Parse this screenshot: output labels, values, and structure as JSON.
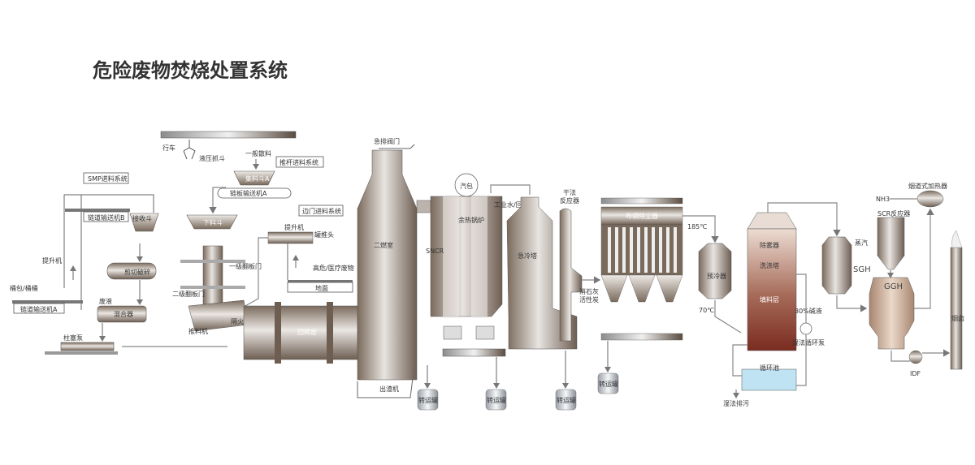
{
  "title": "危险废物焚烧处置系统",
  "colors": {
    "metal_dark": "#7a6a5c",
    "metal_light": "#e8e4e0",
    "brick": "#8b3a2a",
    "water": "#bfe3f2",
    "ggh": "#c9a68a",
    "title_text": "#333333"
  },
  "feeding": {
    "smp_system": "SMP进料系统",
    "chain_conveyor_b": "链道输送机B",
    "chain_conveyor_a": "链道输送机A",
    "receiving_hopper": "接收斗",
    "hoist": "提升机",
    "drums": "桶包/桶桶",
    "shredder": "剪切破碎",
    "waste_liquid": "废液",
    "mixer": "混合器",
    "piston_pump": "柱塞泵",
    "crane": "行车",
    "hydraulic_grab": "液压抓斗",
    "general_bulk": "一般散料",
    "push_rod_system": "推杆进料系统",
    "hopper_a": "集料斗A",
    "plate_conveyor_a": "链板输送机A",
    "lower_hopper": "下料斗",
    "first_flap_gate": "一级翻板门",
    "second_flap_gate": "二级翻板门",
    "pusher": "推料机",
    "fire_door": "隔火门",
    "side_door_system": "边门进料系统",
    "side_hoist": "提升机",
    "drum_pusher": "罐推头",
    "medical_waste": "高危/医疗废物",
    "ground": "地面"
  },
  "incineration": {
    "rotary_kiln": "回转窑",
    "secondary_chamber": "二燃室",
    "emergency_valve": "急排阀门",
    "slag_remover": "出渣机",
    "sncr": "SNCR",
    "steam_drum": "汽包",
    "waste_heat_boiler": "余热锅炉",
    "quench_water": "工业水/回用水",
    "quench_tower": "急冷塔",
    "dry_reactor": "干法\n反应器",
    "dry_reactor_line1": "干法",
    "dry_reactor_line2": "反应器",
    "lime": "消石灰",
    "activated_carbon": "活性炭",
    "transport_tank": "转运罐"
  },
  "flue_gas": {
    "bag_filter": "布袋除尘器",
    "temp_185": "185℃",
    "precooler": "预冷器",
    "temp_70": "70℃",
    "demister": "除雾器",
    "scrubber": "洗涤塔",
    "packing": "填料层",
    "caustic": "30%碱液",
    "wet_pump": "湿法循环泵",
    "circ_tank": "循环池",
    "wet_discharge": "湿法排污",
    "sgh": "SGH",
    "steam": "蒸汽",
    "nh3": "NH3",
    "scr": "SCR反应器",
    "duct_heater": "烟道式加热器",
    "ggh": "GGH",
    "idf": "IDF",
    "stack": "烟囱"
  }
}
